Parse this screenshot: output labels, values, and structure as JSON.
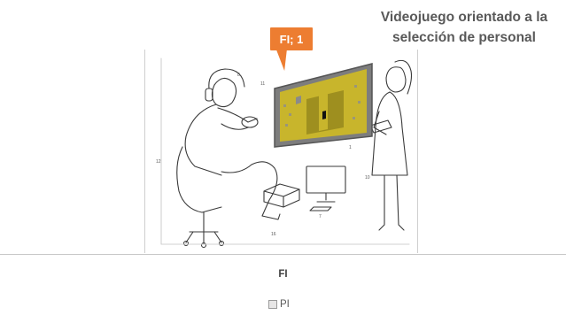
{
  "annotation": {
    "title": "Videojuego orientado a la selección de personal",
    "callout_label": "FI; 1"
  },
  "chart_data": {
    "type": "bar",
    "categories": [
      "FI"
    ],
    "series": [
      {
        "name": "PI",
        "values": [
          1
        ]
      }
    ],
    "legend": "bottom",
    "data_labels": [
      "FI; 1"
    ]
  },
  "axis": {
    "category_label": "FI"
  },
  "legend": {
    "entries": [
      "PI"
    ]
  },
  "colors": {
    "callout": "#ed7d31",
    "screen": "#c8b52c",
    "screen_frame": "#7a7a7a",
    "text": "#595959"
  }
}
